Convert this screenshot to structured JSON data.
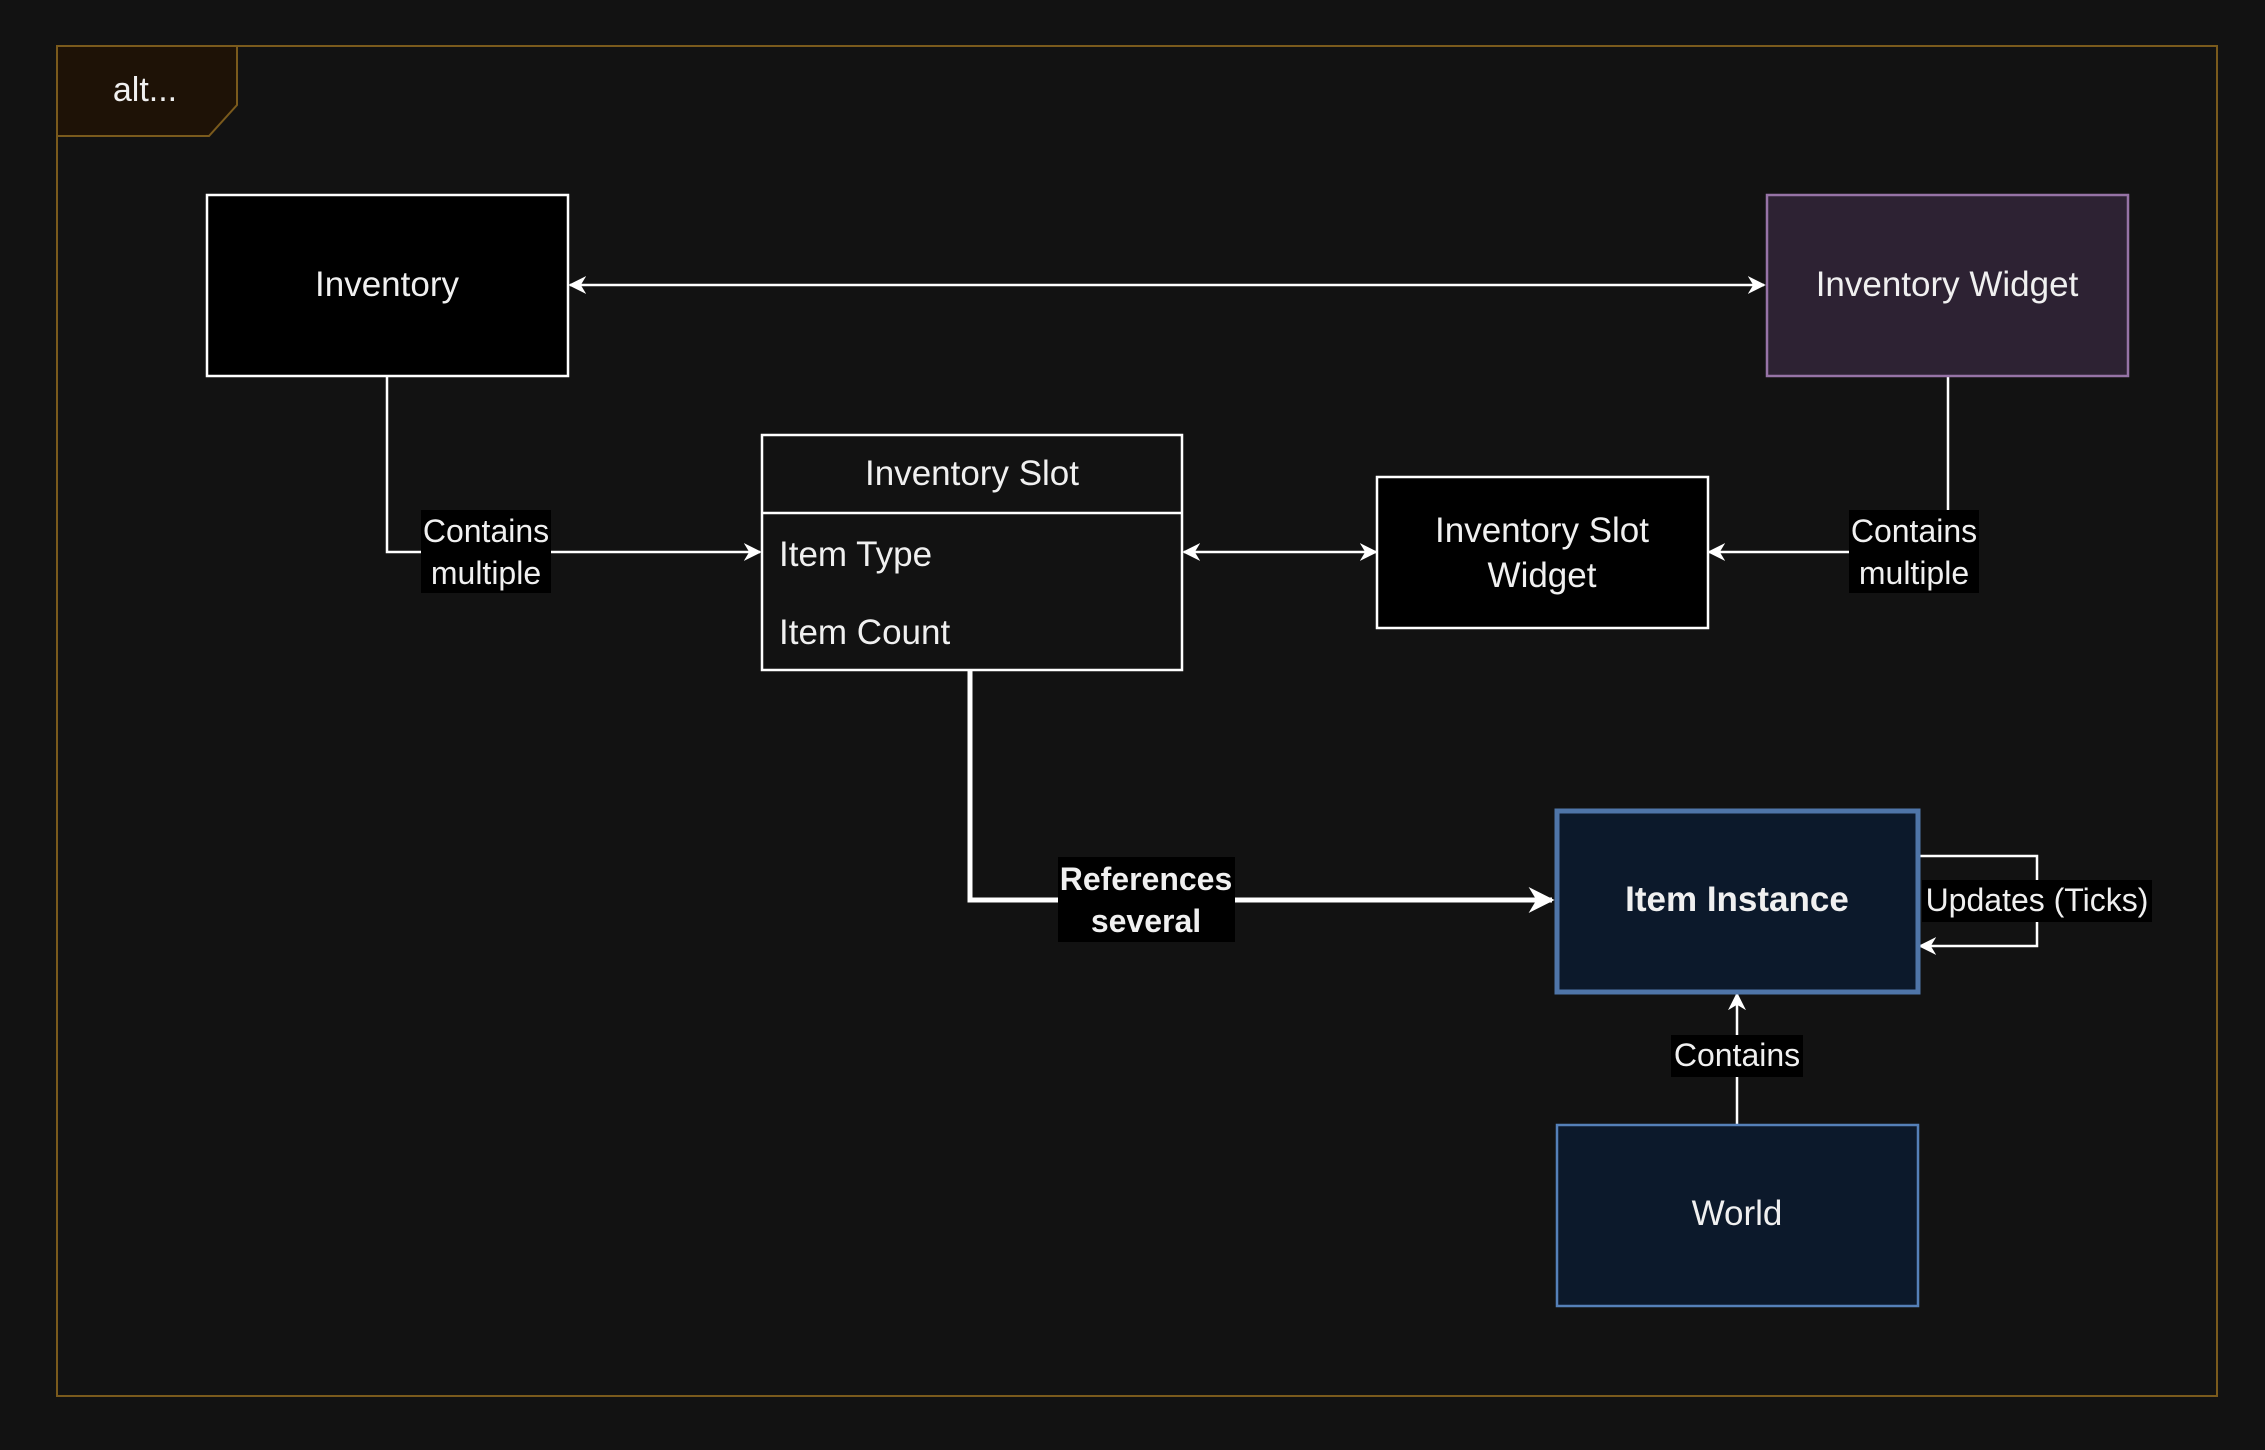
{
  "frame": {
    "label": "alt..."
  },
  "nodes": {
    "inventory": "Inventory",
    "inventory_widget": "Inventory Widget",
    "inventory_slot": {
      "title": "Inventory Slot",
      "fields": [
        "Item Type",
        "Item Count"
      ]
    },
    "inventory_slot_widget": [
      "Inventory Slot",
      "Widget"
    ],
    "item_instance": "Item Instance",
    "world": "World"
  },
  "edges": {
    "inventory_to_slot": [
      "Contains",
      "multiple"
    ],
    "widget_to_slot_widget": [
      "Contains",
      "multiple"
    ],
    "slot_to_item": [
      "References",
      "several"
    ],
    "item_self": "Updates (Ticks)",
    "world_to_item": "Contains"
  },
  "colors": {
    "background": "#121212",
    "frame_border": "#7a5a1c",
    "frame_tab_fill": "#1e1206",
    "inventory_widget_fill": "#2d2233",
    "inventory_widget_border": "#9673a6",
    "item_instance_fill": "#0c192b",
    "item_instance_border": "#4f75a8",
    "world_border": "#5580b8"
  }
}
